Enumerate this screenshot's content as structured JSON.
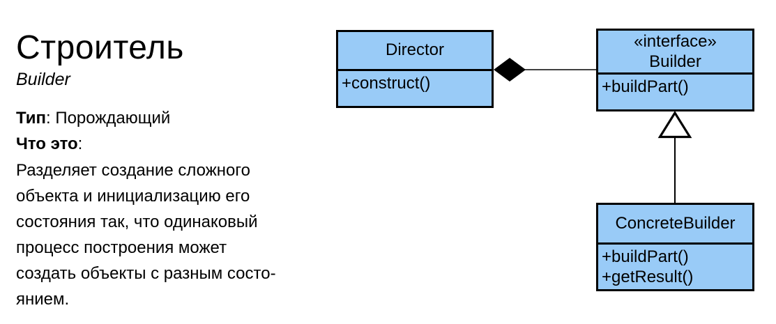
{
  "page": {
    "background": "#ffffff",
    "text_color": "#000000"
  },
  "header": {
    "title": "Строитель",
    "subtitle": "Builder"
  },
  "info": {
    "type_label": "Тип",
    "type_value": ": Порождающий",
    "what_label": "Что это",
    "what_colon": ":",
    "description_lines": [
      "Разделяет создание сложного",
      "объекта и инициализацию его",
      "состояния так, что одинаковый",
      "процесс построения может",
      "создать объекты с разным состо-",
      "янием."
    ]
  },
  "diagram": {
    "colors": {
      "class_fill": "#99CBF7",
      "class_border": "#000000",
      "connector": "#000000",
      "triangle_fill": "#ffffff"
    },
    "director": {
      "name": "Director",
      "methods": [
        "+construct()"
      ]
    },
    "builder": {
      "stereotype": "«interface»",
      "name": "Builder",
      "methods": [
        "+buildPart()"
      ]
    },
    "concrete_builder": {
      "name": "ConcreteBuilder",
      "methods": [
        "+buildPart()",
        "+getResult()"
      ]
    },
    "relations": [
      {
        "type": "composition",
        "from": "Director",
        "to": "Builder"
      },
      {
        "type": "realization",
        "from": "ConcreteBuilder",
        "to": "Builder"
      }
    ]
  }
}
